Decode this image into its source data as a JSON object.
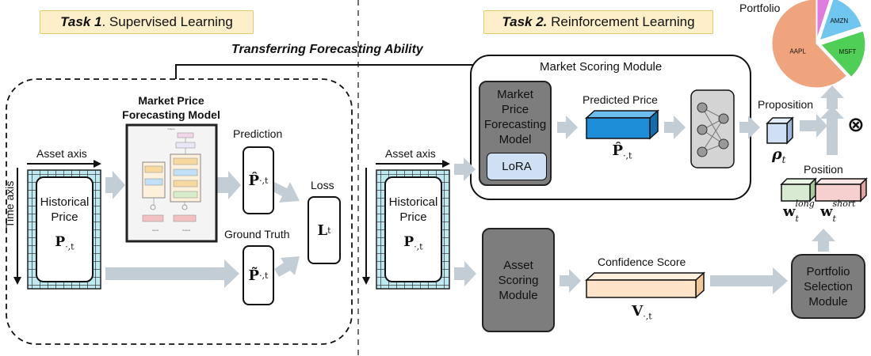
{
  "task1": {
    "label_bold": "Task 1",
    "label_rest": ". Supervised Learning"
  },
  "task2": {
    "label_bold": "Task 2.",
    "label_rest": " Reinforcement Learning"
  },
  "transfer_label": "Transferring Forecasting Ability",
  "left": {
    "asset_axis": "Asset axis",
    "time_axis": "Time axis",
    "historical_price_line1": "Historical",
    "historical_price_line2": "Price",
    "historical_price_symbol": "P",
    "historical_price_sub": "·,t",
    "model_title_line1": "Market Price",
    "model_title_line2": "Forecasting Model",
    "prediction_label": "Prediction",
    "prediction_symbol": "P̂",
    "prediction_sub": "·,t",
    "ground_truth_label": "Ground Truth",
    "ground_truth_symbol": "P̃",
    "ground_truth_sub": "·,t",
    "loss_label": "Loss",
    "loss_symbol": "L",
    "loss_sub": "t"
  },
  "right": {
    "asset_axis": "Asset axis",
    "historical_price_line1": "Historical",
    "historical_price_line2": "Price",
    "historical_price_symbol": "P",
    "historical_price_sub": "·,t",
    "market_scoring_module": "Market Scoring Module",
    "mpfm_line1": "Market",
    "mpfm_line2": "Price",
    "mpfm_line3": "Forecasting",
    "mpfm_line4": "Model",
    "lora": "LoRA",
    "predicted_price_label": "Predicted Price",
    "predicted_price_symbol": "P̂",
    "predicted_price_sub": "·,t",
    "proposition_label": "Proposition",
    "rho_symbol": "ρ",
    "rho_sub": "t",
    "otimes": "⊗",
    "asm_line1": "Asset",
    "asm_line2": "Scoring",
    "asm_line3": "Module",
    "confidence_label": "Confidence Score",
    "v_symbol": "V",
    "v_sub": "·,t",
    "psm_line1": "Portfolio",
    "psm_line2": "Selection",
    "psm_line3": "Module",
    "position_label": "Position",
    "w_long_symbol": "w",
    "w_long_sup": "long",
    "w_long_sub": "t",
    "w_short_symbol": "w",
    "w_short_sup": "short",
    "w_short_sub": "t"
  },
  "portfolio": {
    "title": "Portfolio",
    "slices": [
      {
        "label": "AAPL",
        "value": 62,
        "color": "#f0a47e"
      },
      {
        "label": "",
        "value": 5,
        "color": "#e07be0"
      },
      {
        "label": "AMZN",
        "value": 15,
        "color": "#6fc6ef"
      },
      {
        "label": "MSFT",
        "value": 18,
        "color": "#4fcf55"
      }
    ]
  },
  "colors": {
    "banner_fill": "#fcefc9",
    "grid_fill": "#bfe9f0",
    "cube_blue": "#1e8ed8",
    "cube_orange": "#fde3c8",
    "cube_green": "#d8ebd2",
    "cube_pink": "#f6d0cf",
    "cube_light_blue": "#cfe0f5",
    "arrow_gray": "#c3cdd6"
  }
}
